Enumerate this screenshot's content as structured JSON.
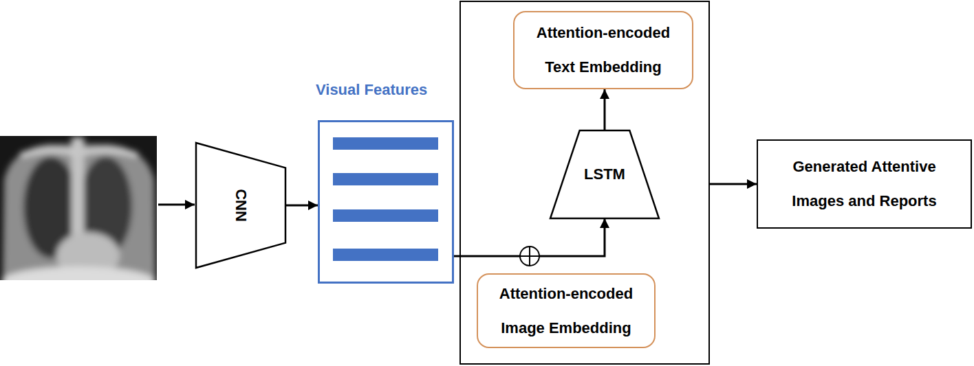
{
  "diagram": {
    "nodes": [
      {
        "text": [
          "CNN"
        ]
      },
      {
        "text": [
          "Visual Features"
        ]
      },
      {
        "text": []
      },
      {
        "text": [
          "Attention-encoded Text Embedding"
        ],
        "in": 2
      },
      {
        "text": [
          "LSTM"
        ],
        "in": 2
      },
      {
        "text": [
          "Attention-encoded Image Embedding"
        ],
        "in": 2
      },
      {
        "text": [
          "Generated Attentive Images and Reports"
        ]
      }
    ],
    "edges": [
      {
        "from": 0,
        "to": 1,
        "arrow": "to"
      },
      {
        "from": 1,
        "to": 4,
        "arrow": "to"
      },
      {
        "from": 4,
        "to": 3,
        "arrow": "to"
      },
      {
        "from": 2,
        "to": 6,
        "arrow": "to"
      }
    ]
  }
}
